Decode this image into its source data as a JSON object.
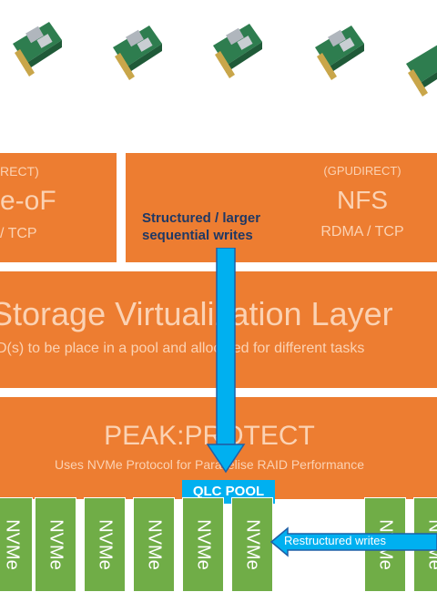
{
  "colors": {
    "orange": "#ed7d31",
    "green": "#70ad47",
    "blue": "#00b0f0",
    "dark_blue": "#1f3864",
    "text_light": "#fbd2b3"
  },
  "top_row": {
    "cards": [
      {
        "icon": "network-card-icon"
      },
      {
        "icon": "network-card-icon"
      },
      {
        "icon": "network-card-icon"
      },
      {
        "icon": "network-card-icon"
      },
      {
        "icon": "network-card-icon"
      }
    ]
  },
  "left_box": {
    "sub": "RECT)",
    "title": "e-oF",
    "protocol": "/ TCP"
  },
  "nfs_box": {
    "sub": "(GPUDIRECT)",
    "title": "NFS",
    "protocol": "RDMA / TCP"
  },
  "structured_label": "Structured / larger sequential writes",
  "virtualization": {
    "title": "Storage Virtualization Layer",
    "subtitle": "D(s) to be place in a pool and allocated for different tasks"
  },
  "protect": {
    "title": "PEAK:PROTECT",
    "subtitle": "Uses NVMe Protocol for Parallelise RAID Performance"
  },
  "qlc_label": "QLC POOL",
  "restructured_label": "Restructured writes",
  "drives": [
    "NVMe",
    "NVMe",
    "NVMe",
    "NVMe",
    "NVMe",
    "NVMe",
    "NVMe",
    "NVMe"
  ]
}
